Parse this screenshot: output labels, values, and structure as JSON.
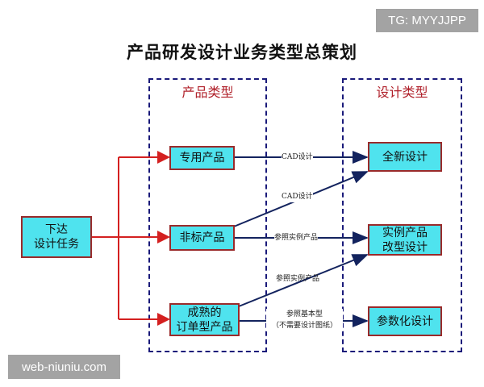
{
  "watermark_top": "TG: MYYJJPP",
  "watermark_bottom": "web-niuniu.com",
  "title": "产品研发设计业务类型总策划",
  "groups": {
    "product_types": "产品类型",
    "design_types": "设计类型"
  },
  "start": "下达\n设计任务",
  "products": [
    "专用产品",
    "非标产品",
    "成熟的\n订单型产品"
  ],
  "designs": [
    "全新设计",
    "实例产品\n改型设计",
    "参数化设计"
  ],
  "edges": [
    "CAD设计",
    "CAD设计",
    "参照实例产品",
    "参照实例产品",
    "参照基本型\n（不需要设计图纸）"
  ],
  "colors": {
    "node": "#4fe3ee",
    "red_arrow": "#d42020",
    "blue_arrow": "#13235e"
  }
}
